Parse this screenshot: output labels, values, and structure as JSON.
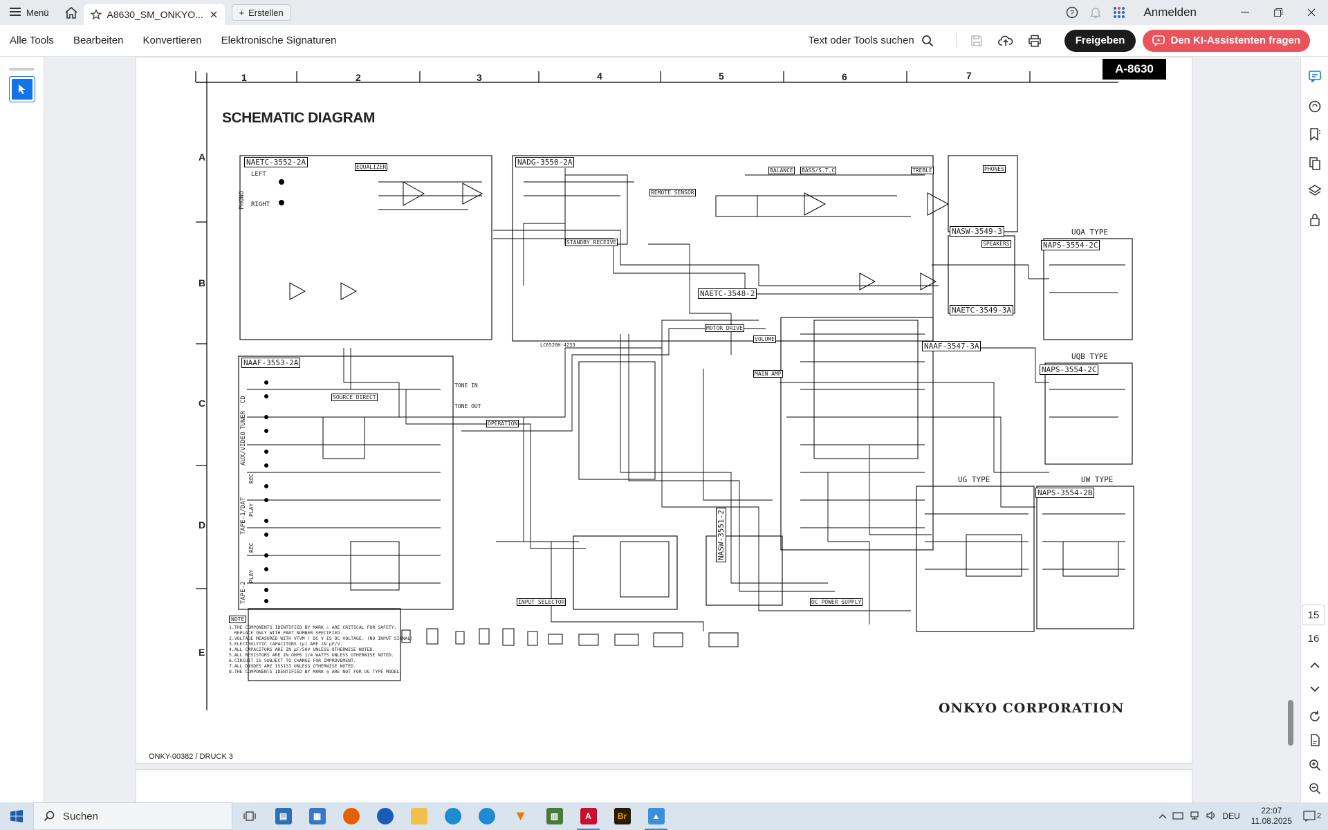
{
  "titlebar": {
    "menu_label": "Menü",
    "tab_title": "A8630_SM_ONKYO...",
    "new_tab_label": "Erstellen",
    "signin_label": "Anmelden"
  },
  "toolbar": {
    "menus": [
      "Alle Tools",
      "Bearbeiten",
      "Konvertieren",
      "Elektronische Signaturen"
    ],
    "search_tools_label": "Text oder Tools suchen",
    "share_label": "Freigeben",
    "ai_label": "Den KI-Assistenten fragen"
  },
  "document": {
    "model_tag": "A-8630",
    "title": "SCHEMATIC DIAGRAM",
    "company": "ONKYO CORPORATION",
    "footer_id": "ONKY-00382 / DRUCK 3",
    "columns": [
      "1",
      "2",
      "3",
      "4",
      "5",
      "6",
      "7"
    ],
    "rows": [
      "A",
      "B",
      "C",
      "D",
      "E"
    ],
    "boards": [
      "NAETC-3552-2A",
      "NADG-3550-2A",
      "NAAF-3553-2A",
      "NAAF-3547-3A",
      "NAETC-3549-3A",
      "NASW-3549-3",
      "NAPS-3554-2C",
      "NAPS-3554-2C",
      "NAPS-3554-2B",
      "NASW-3551-2",
      "NAETC-3548-2"
    ],
    "type_labels": [
      "UQA TYPE",
      "UQB TYPE",
      "UG TYPE",
      "UW TYPE"
    ],
    "section_labels": [
      "EQUALIZER",
      "BALANCE",
      "BASS/S.T.C",
      "TREBLE",
      "PHONES",
      "SPEAKERS",
      "SOURCE DIRECT",
      "INPUT SELECTOR",
      "STANDBY RECEIVE",
      "REMOTE SENSOR",
      "MOTOR DRIVE",
      "VOLUME",
      "MAIN AMP",
      "OPERATION",
      "DC POWER SUPPLY",
      "TONE IN",
      "TONE OUT"
    ],
    "input_labels": [
      "PHONO",
      "CD",
      "AUX/VIDEO",
      "TUNER",
      "TAPE-1/DAT",
      "REC",
      "PLAY",
      "TAPE-2",
      "REC",
      "PLAY"
    ],
    "channel_labels": [
      "LEFT",
      "RIGHT"
    ],
    "note_title": "NOTE",
    "notes": [
      "1.THE COMPONENTS IDENTIFIED BY MARK ⚠ ARE CRITICAL FOR SAFETY.",
      "  REPLACE ONLY WITH PART NUMBER SPECIFIED.",
      "2.VOLTAGE MEASURED WITH VTVM ( DC V IS DC VOLTAGE. (NO INPUT SIGNAL)",
      "3.ELECTROLYTIC CAPACITORS (µ) ARE IN µF/V.",
      "4.ALL CAPACITORS ARE IN µF/50V UNLESS OTHERWISE NOTED.",
      "5.ALL RESISTORS ARE IN OHMS 1/4 WATTS UNLESS OTHERWISE NOTED.",
      "6.CIRCUIT IS SUBJECT TO CHANGE FOR IMPROVEMENT.",
      "7.ALL DIODES ARE 1SS133 UNLESS OTHERWISE NOTED.",
      "8.THE COMPONENTS IDENTIFIED BY MARK ◎ ARE NOT FOR UG TYPE MODEL."
    ],
    "ic_label": "LC6520H-4233"
  },
  "right_rail": {
    "page_numbers": [
      "15",
      "16"
    ]
  },
  "taskbar": {
    "search_label": "Suchen",
    "language": "DEU",
    "time": "22:07",
    "date": "11.08.2025",
    "notification_count": "2"
  },
  "colors": {
    "accent_blue": "#1473e6",
    "ai_button": "#e9545c",
    "share_button": "#1c1c1c"
  }
}
